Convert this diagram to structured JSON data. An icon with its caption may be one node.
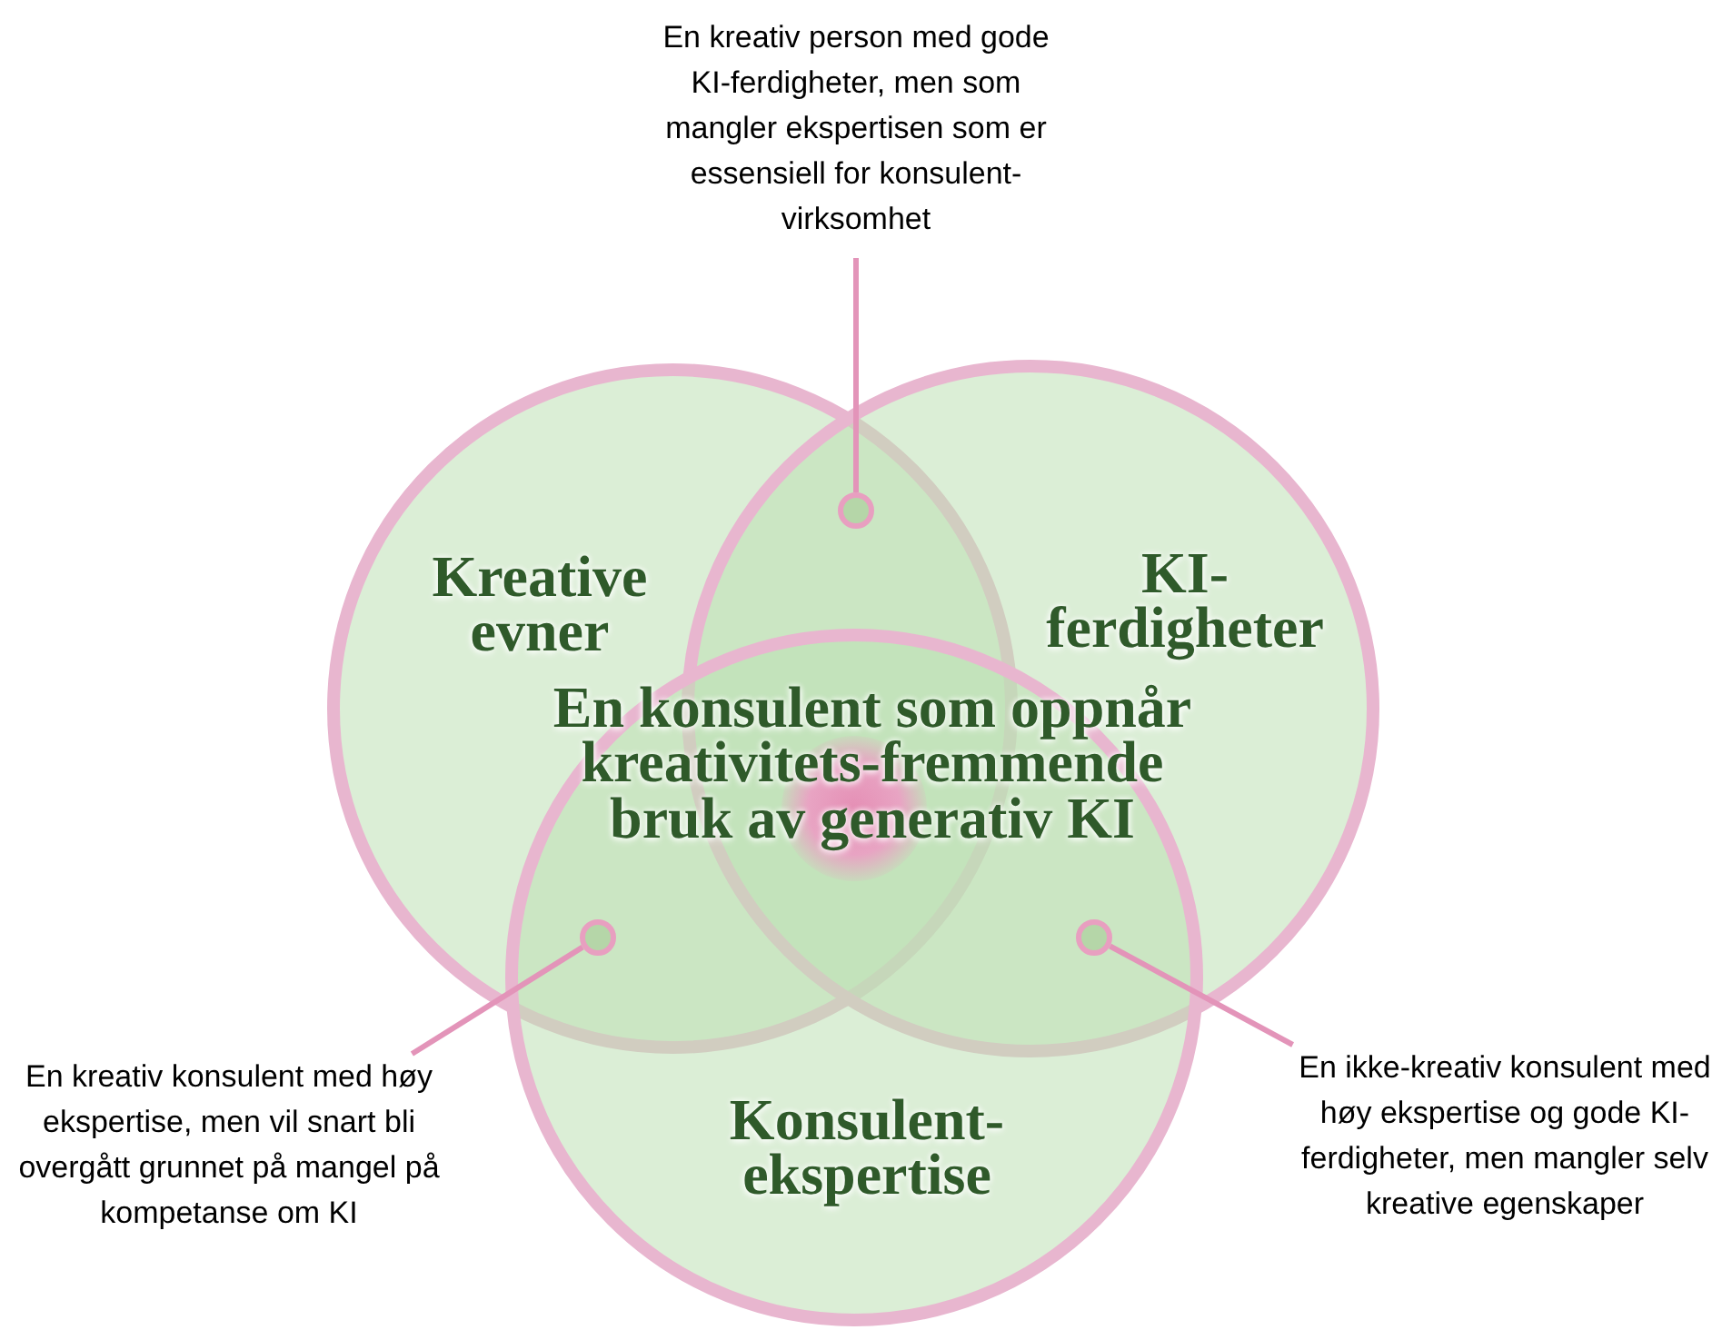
{
  "diagram": {
    "nodes": [
      {
        "text": [
          "En kreativ person med gode KI-ferdigheter, men som mangler ekspertisen som er essensiell for konsulent-virksomhet"
        ]
      },
      {
        "text": [
          "Kreative evner"
        ]
      },
      {
        "text": [
          "KI-ferdigheter"
        ]
      },
      {
        "text": [],
        "shape": "circle"
      },
      {
        "text": [],
        "shape": "circle"
      },
      {
        "text": [],
        "shape": "circle"
      },
      {
        "text": [
          "Konsulent-ekspertise"
        ]
      },
      {
        "text": [
          "En kreativ konsulent med høy ekspertise, men vil snart bli overgått grunnet på mangel på kompetanse om KI"
        ]
      },
      {
        "text": [
          "En ikke-kreativ konsulent med høy ekspertise og gode KI-ferdigheter, men mangler selv kreative egenskaper"
        ]
      }
    ],
    "edges": [
      {
        "from": 0,
        "to": 3,
        "arrow": "none"
      },
      {
        "from": 7,
        "to": 4,
        "arrow": "none"
      },
      {
        "from": 8,
        "to": 5,
        "arrow": "none"
      }
    ],
    "labels": [
      "En konsulent som oppnår kreativitets-fremmende bruk av generativ KI"
    ]
  }
}
